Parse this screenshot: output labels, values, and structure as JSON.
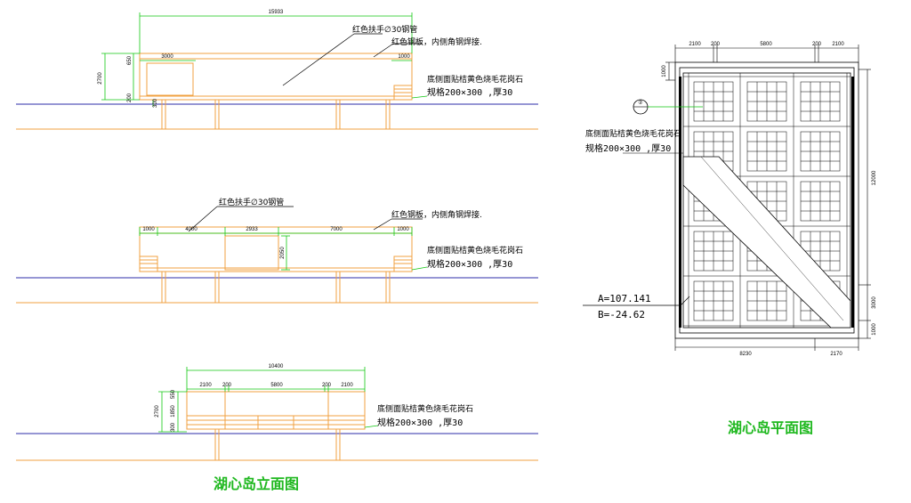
{
  "elevation": {
    "title": "湖心岛立面图",
    "view1": {
      "total_dim": "15933",
      "dims_top": [
        "3000",
        "1000"
      ],
      "dims_left": [
        "2700",
        "650",
        "200"
      ],
      "dim_post": "300",
      "note_rail": "红色扶手∅30钢管",
      "note_plate": "红色钢板，内侧角钢焊接.",
      "note_stone": "底侧面贴桔黄色烧毛花岗石",
      "spec_stone": "规格200×300 ,厚30"
    },
    "view2": {
      "dims_top": [
        "1000",
        "4000",
        "2933",
        "7000",
        "1000"
      ],
      "dim_right": "2050",
      "note_rail": "红色扶手∅30钢管",
      "note_plate": "红色钢板，内侧角钢焊接.",
      "note_stone": "底侧面贴桔黄色烧毛花岗石",
      "spec_stone": "规格200×300 ,厚30"
    },
    "view3": {
      "total_dim": "10400",
      "dims_top": [
        "2100",
        "200",
        "5800",
        "200",
        "2100"
      ],
      "dims_left": [
        "2700",
        "550",
        "1850",
        "300"
      ],
      "note_stone": "底侧面贴桔黄色烧毛花岗石",
      "spec_stone": "规格200×300 ,厚30"
    }
  },
  "plan": {
    "title": "湖心岛平面图",
    "dims_top": [
      "2100",
      "200",
      "5800",
      "200",
      "2100"
    ],
    "dim_left": "1000",
    "dim_right_total": "12000",
    "dims_right_lower": [
      "3000",
      "1000"
    ],
    "dims_bottom": [
      "8230",
      "2170"
    ],
    "marker_label": "②",
    "note_stone": "底侧面贴桔黄色烧毛花岗石",
    "spec_stone": "规格200×300 ,厚30",
    "coord_a": "A=107.141",
    "coord_b": "B=-24.62"
  },
  "colors": {
    "water_line": "#2d2da8",
    "structure": "#f0a040",
    "dimension": "#12c812",
    "plan_line": "#000000",
    "title": "#1fb81f"
  }
}
